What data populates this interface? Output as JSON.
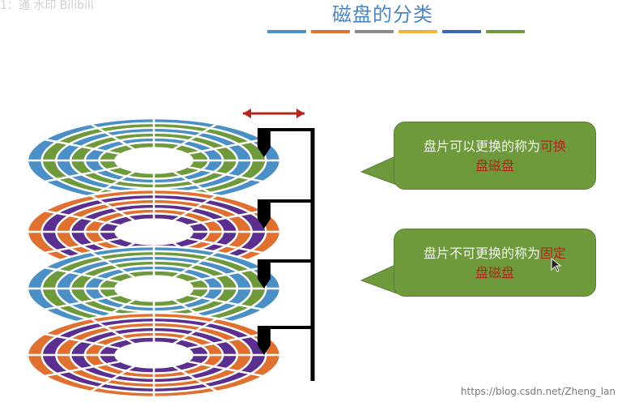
{
  "header": {
    "left_text": "1：通 水印 Bilibili",
    "title": "磁盘的分类"
  },
  "accent_colors": [
    "#4a90c7",
    "#e07030",
    "#8a8a8a",
    "#f2b33d",
    "#3d63b3",
    "#6f9a3c"
  ],
  "callouts": [
    {
      "text_prefix": "盘片可以更换的称为",
      "highlight_line1": "可换",
      "highlight_line2": "盘磁盘"
    },
    {
      "text_prefix": "盘片不可更换的称为",
      "highlight_line1": "固定",
      "highlight_line2": "盘磁盘"
    }
  ],
  "icons": {
    "arrow": "double-headed-arrow-icon",
    "head": "read-write-head-icon",
    "cursor": "mouse-cursor-icon"
  },
  "watermark": "https://blog.csdn.net/Zheng_lan"
}
